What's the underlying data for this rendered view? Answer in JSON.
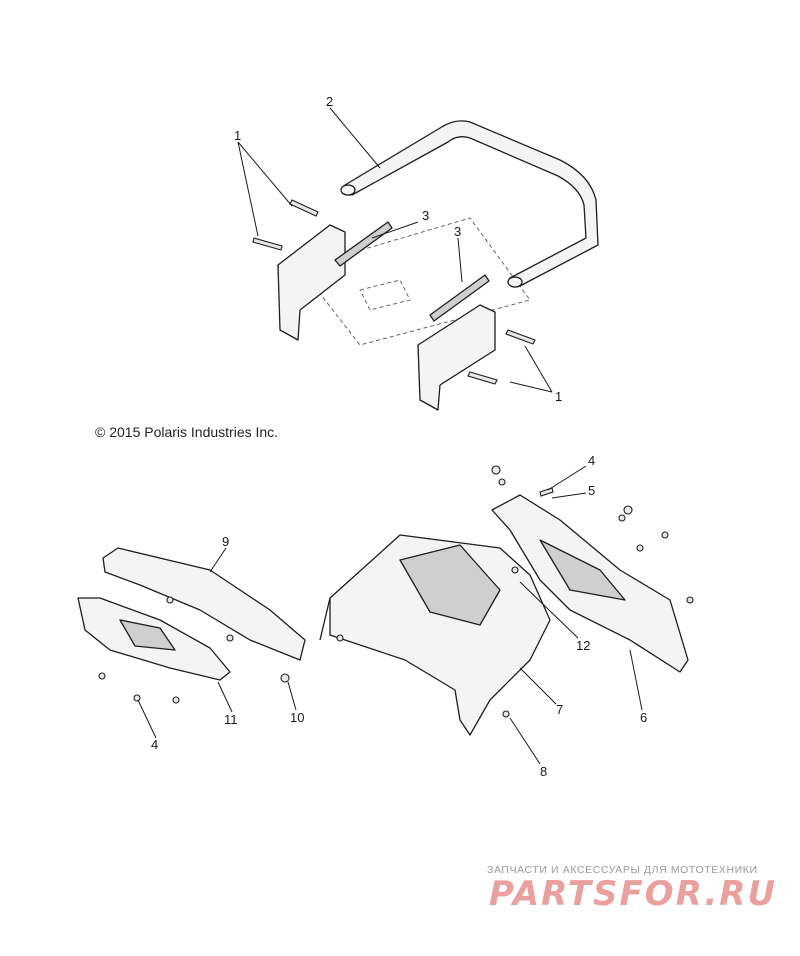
{
  "copyright": "© 2015 Polaris Industries Inc.",
  "callouts": [
    "1",
    "2",
    "3",
    "3",
    "1",
    "4",
    "5",
    "9",
    "12",
    "6",
    "7",
    "10",
    "11",
    "4",
    "8"
  ],
  "watermark": {
    "tagline": "ЗАПЧАСТИ И АКСЕССУАРЫ ДЛЯ МОТОТЕХНИКИ",
    "logo": "PARTSFOR.RU"
  },
  "colors": {
    "line": "#1e1e1e",
    "watermark_red": "#d9534f",
    "watermark_grey": "#9a9a9a"
  }
}
